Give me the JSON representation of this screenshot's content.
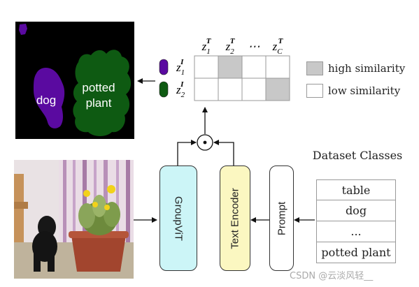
{
  "segmentation": {
    "dog_label": "dog",
    "plant_label_line1": "potted",
    "plant_label_line2": "plant"
  },
  "matrix": {
    "col_headers": [
      {
        "base": "z",
        "sub": "1",
        "sup": "T"
      },
      {
        "base": "z",
        "sub": "2",
        "sup": "T"
      },
      {
        "base": "⋯"
      },
      {
        "base": "z",
        "sub": "C",
        "sup": "T"
      }
    ],
    "row_headers": [
      {
        "base": "z",
        "sub": "1",
        "sup": "I"
      },
      {
        "base": "z",
        "sub": "2",
        "sup": "I"
      }
    ],
    "highlight": [
      [
        false,
        true,
        false,
        false
      ],
      [
        false,
        false,
        false,
        true
      ]
    ]
  },
  "legend": {
    "high_label": "high similarity",
    "low_label": "low similarity",
    "high_color": "#c8c8c8",
    "low_color": "#ffffff"
  },
  "operator_symbol": "⊙",
  "blocks": {
    "groupvit": "GroupViT",
    "text_encoder": "Text Encoder",
    "prompt": "Prompt",
    "groupvit_color": "#ccf5f7",
    "text_encoder_color": "#fbf7c1",
    "prompt_color": "#ffffff"
  },
  "dataset": {
    "title": "Dataset Classes",
    "classes": [
      "table",
      "dog",
      "...",
      "potted plant"
    ]
  },
  "colors": {
    "dog_segment": "#5a0aa0",
    "plant_segment": "#0e5a12",
    "background_segment": "#000000"
  },
  "watermark": "CSDN @云淡风轻__"
}
